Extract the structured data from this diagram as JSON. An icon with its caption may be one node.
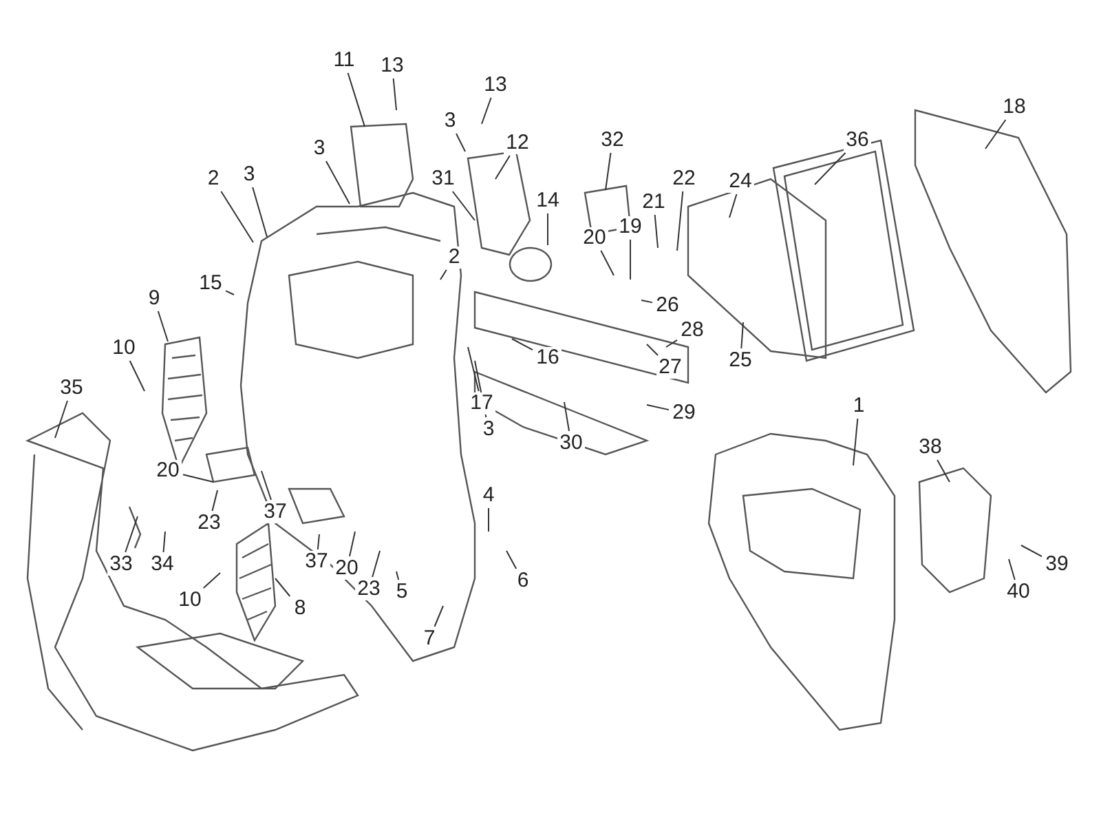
{
  "diagram": {
    "nodes": [
      {
        "text": [
          "11"
        ]
      },
      {
        "text": [
          "13"
        ]
      },
      {
        "text": [
          "13"
        ]
      },
      {
        "text": [
          "18"
        ]
      },
      {
        "text": [
          "3"
        ]
      },
      {
        "text": [
          "36"
        ]
      },
      {
        "text": [
          "12"
        ]
      },
      {
        "text": [
          "32"
        ]
      },
      {
        "text": [
          "3"
        ]
      },
      {
        "text": [
          "3"
        ]
      },
      {
        "text": [
          "2"
        ]
      },
      {
        "text": [
          "22"
        ]
      },
      {
        "text": [
          "31"
        ]
      },
      {
        "text": [
          "24"
        ]
      },
      {
        "text": [
          "14"
        ]
      },
      {
        "text": [
          "21"
        ]
      },
      {
        "text": [
          "19"
        ]
      },
      {
        "text": [
          "20"
        ]
      },
      {
        "text": [
          "2"
        ]
      },
      {
        "text": [
          "15"
        ]
      },
      {
        "text": [
          "9"
        ]
      },
      {
        "text": [
          "26"
        ]
      },
      {
        "text": [
          "28"
        ]
      },
      {
        "text": [
          "10"
        ]
      },
      {
        "text": [
          "16"
        ]
      },
      {
        "text": [
          "25"
        ]
      },
      {
        "text": [
          "27"
        ]
      },
      {
        "text": [
          "35"
        ]
      },
      {
        "text": [
          "17"
        ]
      },
      {
        "text": [
          "1"
        ]
      },
      {
        "text": [
          "29"
        ]
      },
      {
        "text": [
          "3"
        ]
      },
      {
        "text": [
          "30"
        ]
      },
      {
        "text": [
          "38"
        ]
      },
      {
        "text": [
          "20"
        ]
      },
      {
        "text": [
          "4"
        ]
      },
      {
        "text": [
          "37"
        ]
      },
      {
        "text": [
          "23"
        ]
      },
      {
        "text": [
          "37"
        ]
      },
      {
        "text": [
          "33"
        ]
      },
      {
        "text": [
          "34"
        ]
      },
      {
        "text": [
          "39"
        ]
      },
      {
        "text": [
          "20"
        ]
      },
      {
        "text": [
          "6"
        ]
      },
      {
        "text": [
          "23"
        ]
      },
      {
        "text": [
          "5"
        ]
      },
      {
        "text": [
          "40"
        ]
      },
      {
        "text": [
          "10"
        ]
      },
      {
        "text": [
          "8"
        ]
      },
      {
        "text": [
          "7"
        ]
      }
    ],
    "edges": [
      {
        "from": 0,
        "to": null,
        "arrow": "none"
      },
      {
        "from": 1,
        "to": null,
        "arrow": "none"
      },
      {
        "from": 2,
        "to": null,
        "arrow": "none"
      },
      {
        "from": 3,
        "to": null,
        "arrow": "none"
      },
      {
        "from": 4,
        "to": null,
        "arrow": "none"
      },
      {
        "from": 5,
        "to": null,
        "arrow": "none"
      },
      {
        "from": 6,
        "to": null,
        "arrow": "none"
      },
      {
        "from": 7,
        "to": null,
        "arrow": "none"
      },
      {
        "from": 8,
        "to": null,
        "arrow": "none"
      },
      {
        "from": 9,
        "to": null,
        "arrow": "none"
      },
      {
        "from": 10,
        "to": null,
        "arrow": "none"
      },
      {
        "from": 11,
        "to": null,
        "arrow": "none"
      },
      {
        "from": 12,
        "to": null,
        "arrow": "none"
      },
      {
        "from": 13,
        "to": null,
        "arrow": "none"
      },
      {
        "from": 14,
        "to": null,
        "arrow": "none"
      },
      {
        "from": 15,
        "to": null,
        "arrow": "none"
      },
      {
        "from": 16,
        "to": null,
        "arrow": "none"
      },
      {
        "from": 17,
        "to": null,
        "arrow": "none"
      },
      {
        "from": 18,
        "to": null,
        "arrow": "none"
      },
      {
        "from": 19,
        "to": null,
        "arrow": "none"
      },
      {
        "from": 20,
        "to": null,
        "arrow": "none"
      },
      {
        "from": 21,
        "to": null,
        "arrow": "none"
      },
      {
        "from": 22,
        "to": null,
        "arrow": "none"
      },
      {
        "from": 23,
        "to": null,
        "arrow": "none"
      },
      {
        "from": 24,
        "to": null,
        "arrow": "none"
      },
      {
        "from": 25,
        "to": null,
        "arrow": "none"
      },
      {
        "from": 26,
        "to": null,
        "arrow": "none"
      },
      {
        "from": 27,
        "to": null,
        "arrow": "none"
      },
      {
        "from": 28,
        "to": null,
        "arrow": "none"
      },
      {
        "from": 29,
        "to": null,
        "arrow": "none"
      },
      {
        "from": 30,
        "to": null,
        "arrow": "none"
      },
      {
        "from": 31,
        "to": null,
        "arrow": "none"
      },
      {
        "from": 32,
        "to": null,
        "arrow": "none"
      },
      {
        "from": 33,
        "to": null,
        "arrow": "none"
      },
      {
        "from": 34,
        "to": null,
        "arrow": "none"
      },
      {
        "from": 35,
        "to": null,
        "arrow": "none"
      },
      {
        "from": 36,
        "to": null,
        "arrow": "none"
      },
      {
        "from": 37,
        "to": null,
        "arrow": "none"
      },
      {
        "from": 38,
        "to": null,
        "arrow": "none"
      },
      {
        "from": 39,
        "to": null,
        "arrow": "none"
      },
      {
        "from": 40,
        "to": null,
        "arrow": "none"
      },
      {
        "from": 41,
        "to": null,
        "arrow": "none"
      },
      {
        "from": 42,
        "to": null,
        "arrow": "none"
      },
      {
        "from": 43,
        "to": null,
        "arrow": "none"
      },
      {
        "from": 44,
        "to": null,
        "arrow": "none"
      },
      {
        "from": 45,
        "to": null,
        "arrow": "none"
      },
      {
        "from": 46,
        "to": null,
        "arrow": "none"
      },
      {
        "from": 47,
        "to": null,
        "arrow": "none"
      },
      {
        "from": 48,
        "to": null,
        "arrow": "none"
      },
      {
        "from": 49,
        "to": null,
        "arrow": "none"
      }
    ]
  }
}
